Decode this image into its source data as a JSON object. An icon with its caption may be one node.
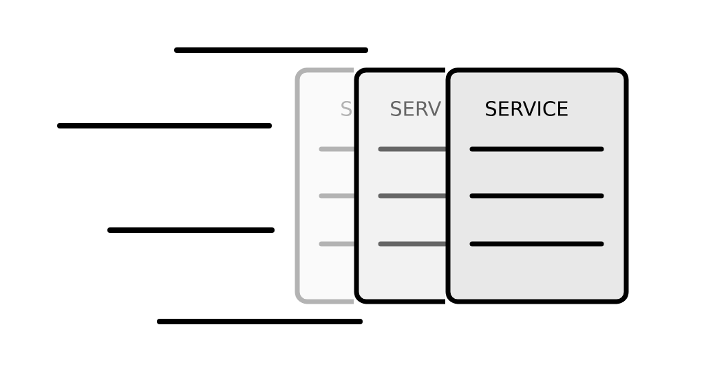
{
  "diagram": {
    "nodes": [
      {
        "text": [
          "S"
        ]
      },
      {
        "text": [
          "SERV"
        ]
      },
      {
        "text": [
          "SERVICE"
        ]
      }
    ]
  }
}
